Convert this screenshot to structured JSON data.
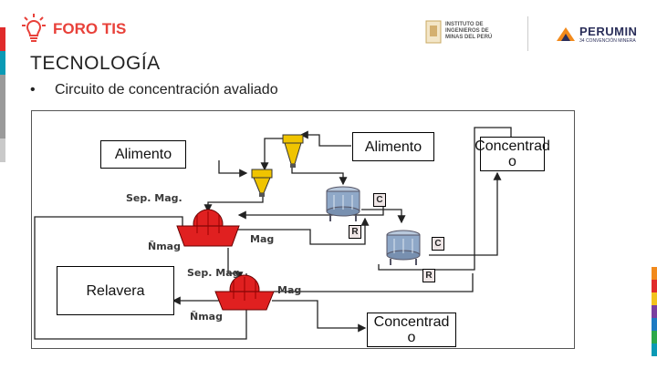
{
  "header": {
    "foro_logo_text": "FORO TIS",
    "iimp_logo_text": "INSTITUTO DE INGENIEROS DE MINAS DEL PERÚ",
    "perumin_logo_text": "PERUMIN",
    "perumin_subtext": "34 CONVENCIÓN MINERA"
  },
  "slide": {
    "title": "TECNOLOGÍA",
    "bullet_symbol": "•",
    "bullet_text": "Circuito de concentración avaliado"
  },
  "diagram": {
    "alimento_left": "Alimento",
    "alimento_right": "Alimento",
    "concentrado_top": "Concentrad o",
    "concentrado_bottom": "Concentrad o",
    "relavera": "Relavera",
    "sep_mag_1": "Sep. Mag.",
    "sep_mag_2": "Sep. Mag",
    "nmag_1": "Ñmag",
    "nmag_2": "Ñmag",
    "mag_1": "Mag",
    "mag_2": "Mag",
    "tag_c1": "C",
    "tag_r1": "R",
    "tag_c2": "C",
    "tag_r2": "R"
  },
  "colors": {
    "brand_red": "#e8413a",
    "separator_red": "#e02020",
    "column_blue": "#8fa8c8",
    "cyclone_yellow": "#f0c400"
  }
}
